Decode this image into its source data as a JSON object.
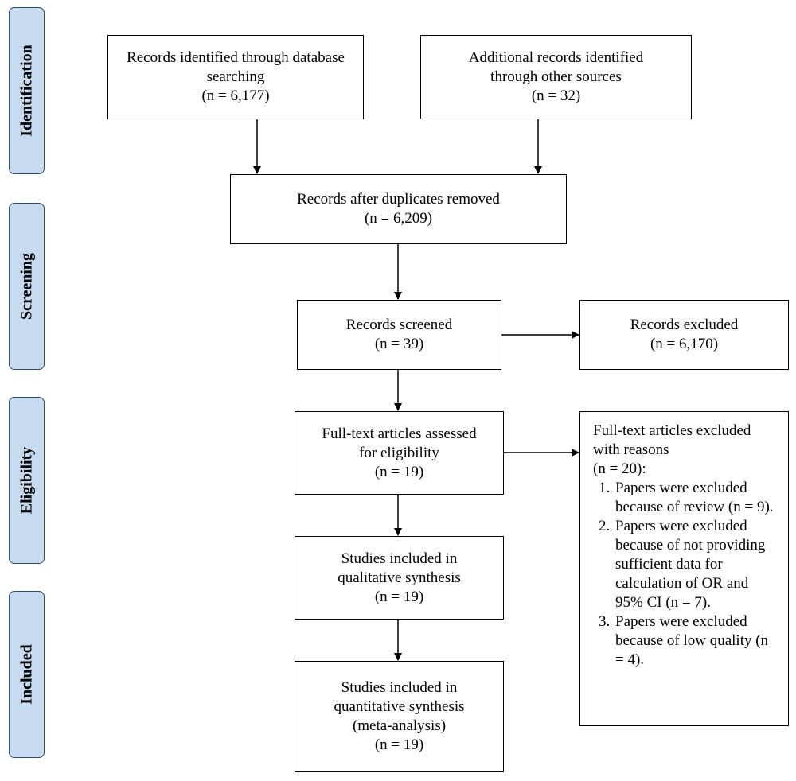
{
  "phases": {
    "identification": "Identification",
    "screening": "Screening",
    "eligibility": "Eligibility",
    "included": "Included"
  },
  "boxes": {
    "db_search": {
      "line1": "Records identified through database",
      "line2": "searching",
      "line3": "(n = 6,177)"
    },
    "other_sources": {
      "line1": "Additional records identified",
      "line2": "through other sources",
      "line3": "(n = 32)"
    },
    "dedup": {
      "line1": "Records after duplicates removed",
      "line2": "(n = 6,209)"
    },
    "screened": {
      "line1": "Records screened",
      "line2": "(n = 39)"
    },
    "excluded": {
      "line1": "Records excluded",
      "line2": "(n = 6,170)"
    },
    "fulltext": {
      "line1": "Full-text articles assessed",
      "line2": "for eligibility",
      "line3": "(n = 19)"
    },
    "fulltext_excluded": {
      "heading1": "Full-text articles excluded",
      "heading2": "with reasons",
      "heading3": "(n = 20):",
      "reasons": [
        "Papers  were excluded because of review (n = 9).",
        "Papers were excluded because of not providing sufficient data for calculation of OR  and 95% CI (n = 7).",
        "Papers were excluded because of low quality (n = 4)."
      ]
    },
    "qualitative": {
      "line1": "Studies included in",
      "line2": "qualitative synthesis",
      "line3": "(n = 19)"
    },
    "quantitative": {
      "line1": "Studies included in",
      "line2": "quantitative synthesis",
      "line3": "(meta-analysis)",
      "line4": "(n = 19)"
    }
  }
}
